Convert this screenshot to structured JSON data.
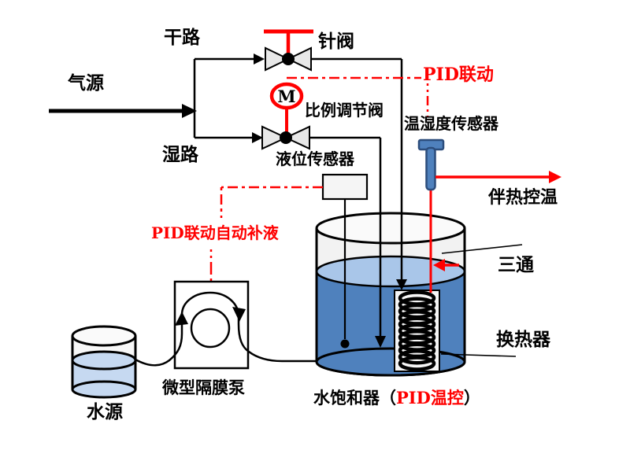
{
  "diagram": {
    "type": "process-schematic",
    "labels": {
      "gas_source": "气源",
      "dry_path": "干路",
      "wet_path": "湿路",
      "needle_valve": "针阀",
      "motor_symbol": "M",
      "proportional_valve": "比例调节阀",
      "pid_linkage": "PID联动",
      "temp_humidity_sensor": "温湿度传感器",
      "heat_trace_temp_control": "伴热控温",
      "level_sensor": "液位传感器",
      "pid_auto_refill": "PID联动自动补液",
      "tee": "三通",
      "heat_exchanger": "换热器",
      "micro_diaphragm_pump": "微型隔膜泵",
      "water_source": "水源",
      "saturator_prefix": "水饱和器（",
      "saturator_pid": "PID温控",
      "saturator_suffix": "）"
    },
    "colors": {
      "line_black": "#000000",
      "signal_red": "#ff0000",
      "water_deep": "#4f81bd",
      "water_surface": "#a9c6e9",
      "water_light": "#c6d9f1",
      "vessel_fill": "#f2f2f2",
      "pump_fill": "#ededed",
      "probe_fill": "#4f81bd",
      "probe_border": "#2c4d7c"
    }
  }
}
